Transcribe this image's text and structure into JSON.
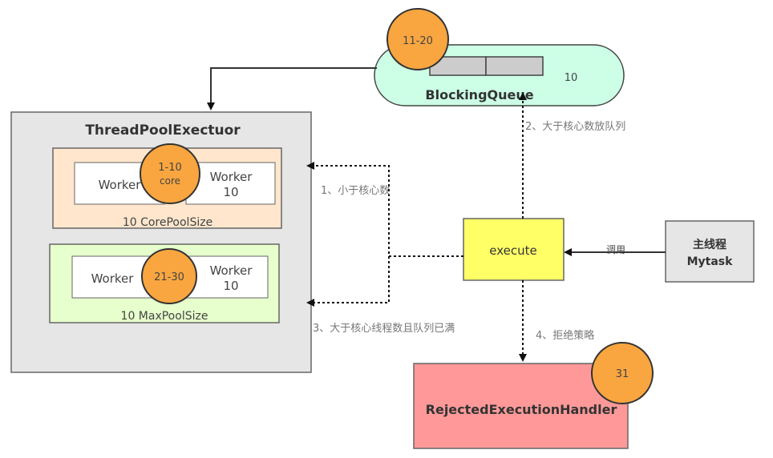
{
  "colors": {
    "pool_fill": "#e6e6e6",
    "core_fill": "#ffe6cc",
    "max_fill": "#e6ffcc",
    "queue_fill": "#ccffe6",
    "execute_fill": "#ffff66",
    "rejected_fill": "#ff9999",
    "badge_fill": "#f9a640"
  },
  "pool": {
    "title": "ThreadPoolExectuor",
    "core": {
      "label": "10 CorePoolSize",
      "worker_a": "Worker",
      "worker_b_line1": "Worker",
      "worker_b_line2": "10"
    },
    "max": {
      "label": "10 MaxPoolSize",
      "worker_a": "Worker",
      "worker_b_line1": "Worker",
      "worker_b_line2": "10"
    }
  },
  "queue": {
    "title": "BlockingQueue",
    "capacity": "10"
  },
  "execute": {
    "label": "execute"
  },
  "main_thread": {
    "line1": "主线程",
    "line2": "Mytask"
  },
  "rejected": {
    "label": "RejectedExecutionHandler"
  },
  "badges": {
    "core": {
      "line1": "1-10",
      "line2": "core"
    },
    "queue": "11-20",
    "max": "21-30",
    "rejected": "31"
  },
  "edges": {
    "call": "调用",
    "step1": "1、小于核心数",
    "step2": "2、大于核心数放队列",
    "step3": "3、大于核心线程数且队列已满",
    "step4": "4、拒绝策略"
  }
}
